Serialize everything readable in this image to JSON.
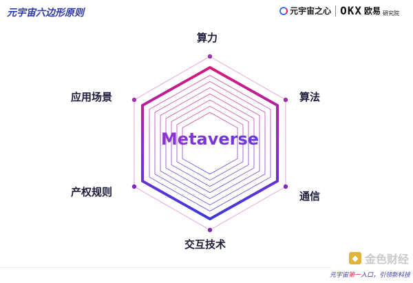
{
  "title": "元宇宙六边形原则",
  "brand": {
    "logo1_text": "元宇宙之心",
    "logo2_text": "OKX",
    "logo2_cn": "欧易",
    "logo2_sub": "研究院"
  },
  "diagram": {
    "center": "Metaverse",
    "nodes": {
      "top": "算力",
      "upper_right": "算法",
      "lower_right": "通信",
      "bottom": "交互技术",
      "lower_left": "产权规则",
      "upper_left": "应用场景"
    },
    "colors": {
      "magenta": "#d6187a",
      "purple": "#6a2fd8",
      "blue": "#3a3ad8",
      "dot": "#a12db0"
    }
  },
  "footer": {
    "brand_text": "金色财经",
    "tagline_pre": "元宇宙",
    "tagline_hl": "第一",
    "tagline_post": "入口，引领新科技"
  }
}
